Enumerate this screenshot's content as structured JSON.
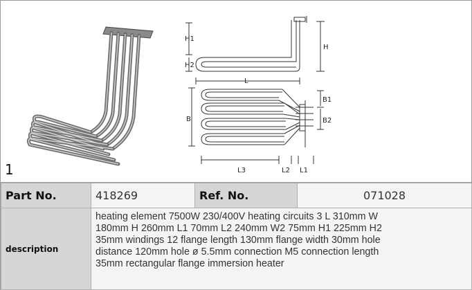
{
  "figure": {
    "number": "1",
    "dim_labels": {
      "H1": "H1",
      "H2": "H2",
      "H": "H",
      "L": "L",
      "B": "B",
      "B1": "B1",
      "B2": "B2",
      "L1": "L1",
      "L2": "L2",
      "L3": "L3"
    }
  },
  "table": {
    "part_no_label": "Part No.",
    "part_no_value": "418269",
    "ref_no_label": "Ref. No.",
    "ref_no_value": "071028",
    "description_label": "description",
    "description_lines": [
      "heating element  7500W 230/400V heating circuits 3 L 310mm W",
      "180mm H 260mm L1 70mm L2 240mm W2 75mm H1 225mm H2",
      "35mm windings 12 flange length 130mm flange width 30mm hole",
      "distance 120mm hole ø 5.5mm connection M5 connection length",
      "35mm rectangular flange immersion heater"
    ]
  },
  "colors": {
    "label_bg": "#d6d6d6",
    "value_bg": "#f4f4f4",
    "border": "#b0b0b0"
  }
}
